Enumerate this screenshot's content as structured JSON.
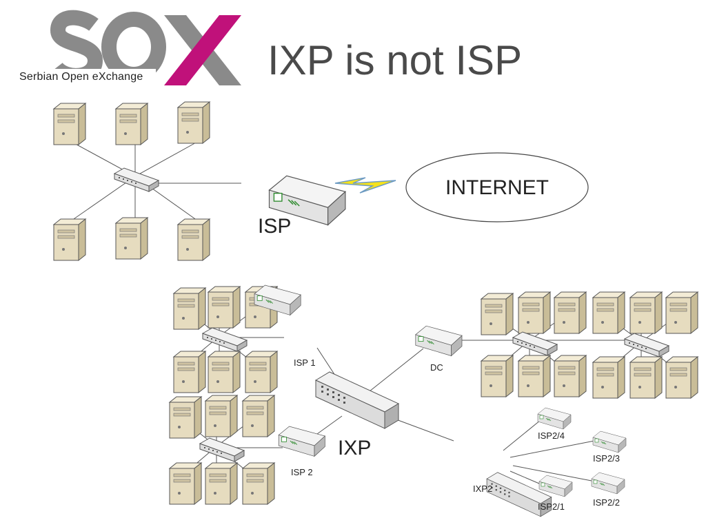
{
  "logo": {
    "wordmark": "SOX",
    "subtitle": "Serbian Open eXchange",
    "colors": {
      "grey": "#8a8a8a",
      "magenta": "#c0117a"
    }
  },
  "title": "IXP is not ISP",
  "top_diagram": {
    "isp_label": "ISP",
    "internet_label": "INTERNET",
    "server_count": 6,
    "link_icon": "lightning-bolt-icon"
  },
  "bottom_diagram": {
    "ixp_label": "IXP",
    "isp1_label": "ISP 1",
    "isp2_label": "ISP 2",
    "dc_label": "DC",
    "ixp2_label": "IXP2",
    "sub_isps": [
      "ISP2/4",
      "ISP2/3",
      "ISP2/2",
      "ISP2/1"
    ]
  }
}
